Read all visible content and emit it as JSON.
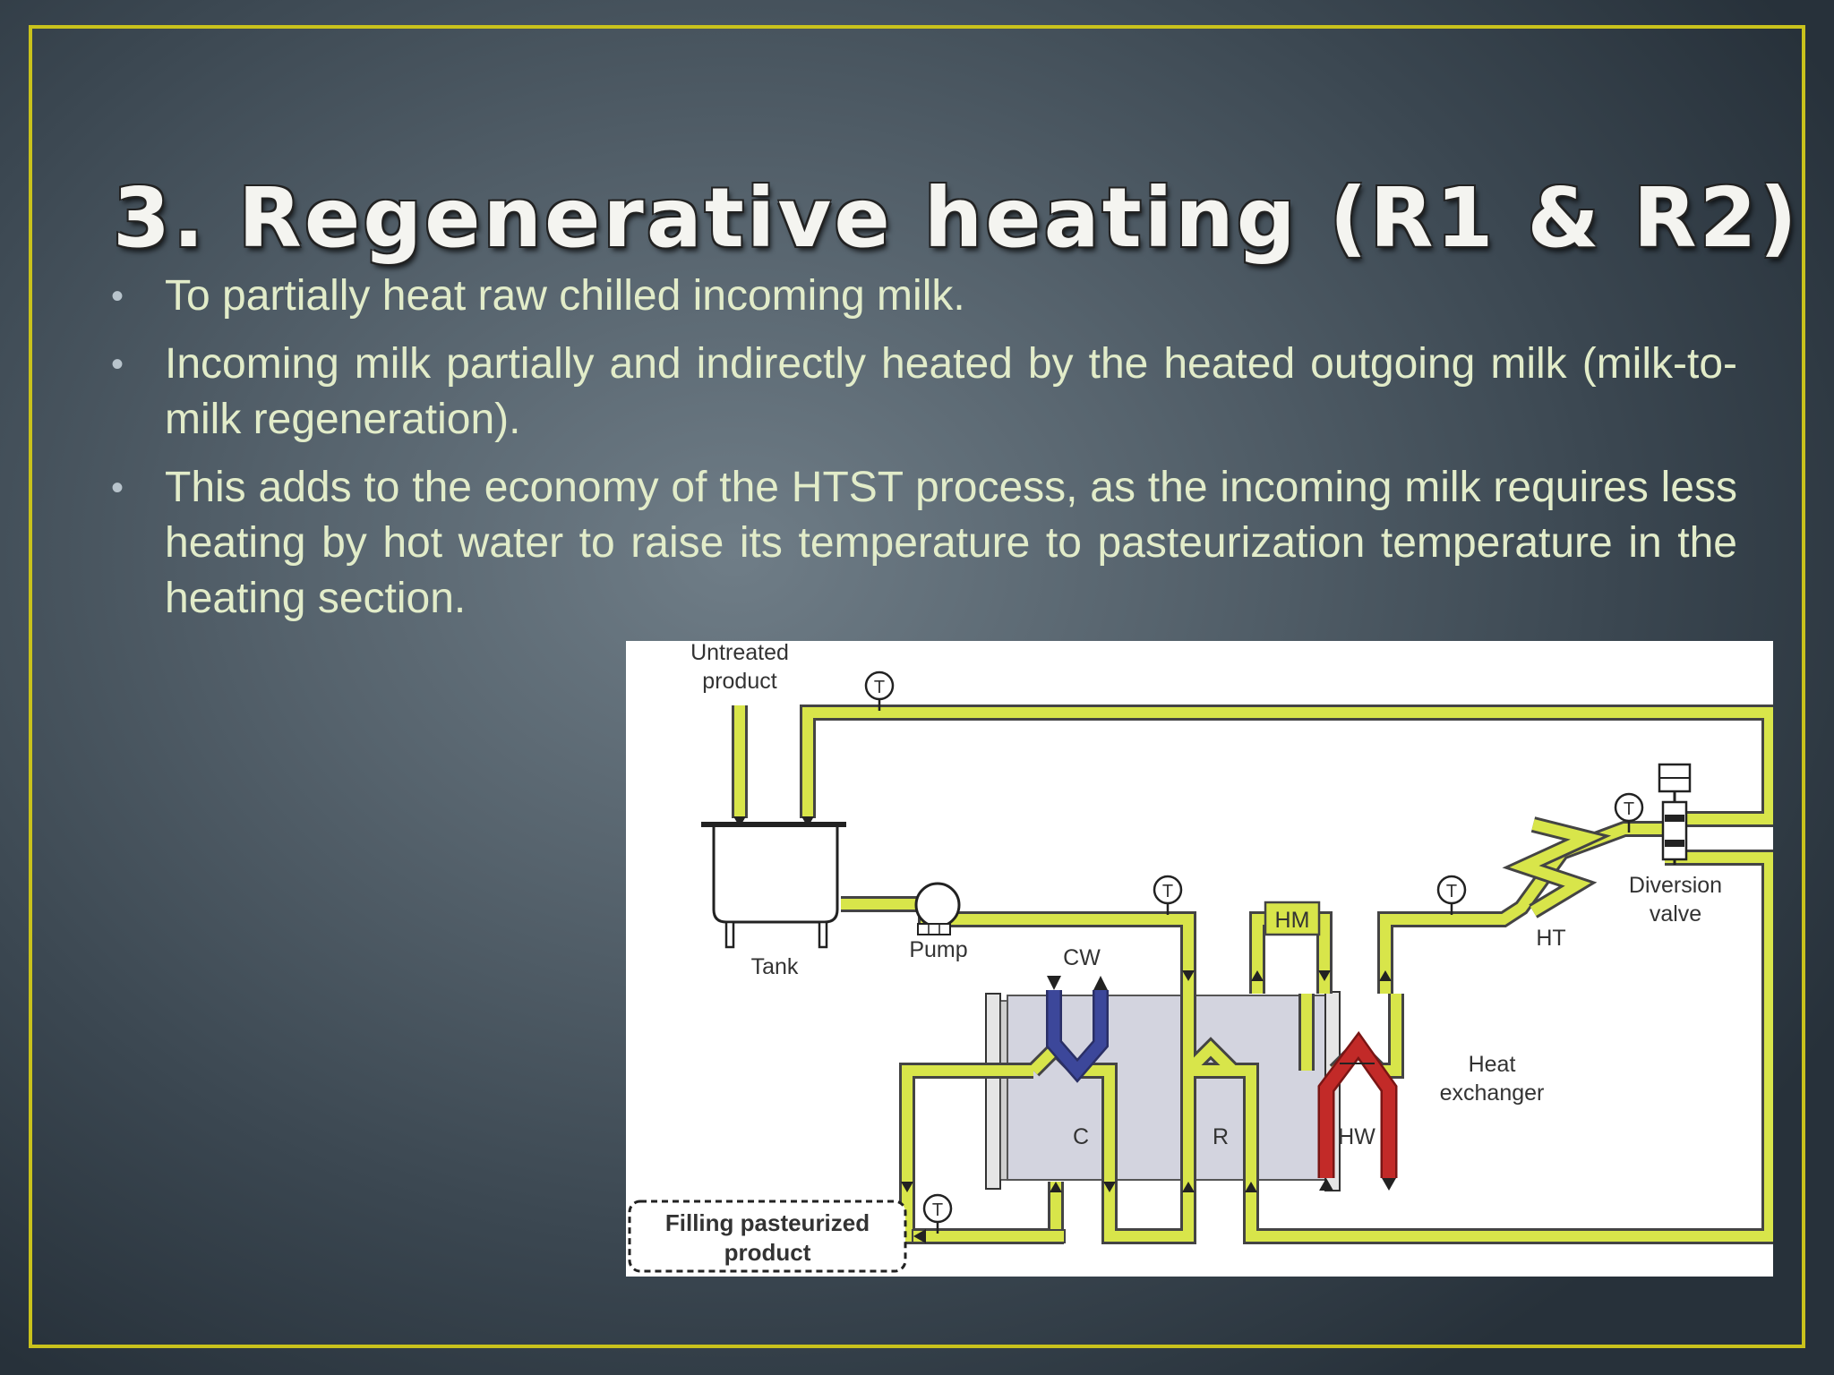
{
  "slide": {
    "title": "3. Regenerative heating (R1 & R2)",
    "bullet_symbol": "•",
    "bullets": [
      "To partially heat raw chilled incoming milk.",
      "Incoming milk partially and indirectly heated by the heated outgoing milk (milk-to-milk regeneration).",
      "This adds to the economy of the HTST process, as the incoming milk requires less heating by hot water to raise its temperature to pasteurization temperature in the heating section."
    ]
  },
  "diagram": {
    "labels": {
      "untreated_1": "Untreated",
      "untreated_2": "product",
      "tank": "Tank",
      "pump": "Pump",
      "cw": "CW",
      "hm": "HM",
      "ht": "HT",
      "diversion_1": "Diversion",
      "diversion_2": "valve",
      "heat_1": "Heat",
      "heat_2": "exchanger",
      "c": "C",
      "r": "R",
      "hw": "HW",
      "filling_1": "Filling pasteurized",
      "filling_2": "product",
      "t": "T"
    },
    "colors": {
      "product": "#d8e54a",
      "cooling_water": "#3c479a",
      "hot_water": "#c22a28",
      "exchanger": "#d3d4df",
      "frame": "#c9c21c"
    }
  }
}
